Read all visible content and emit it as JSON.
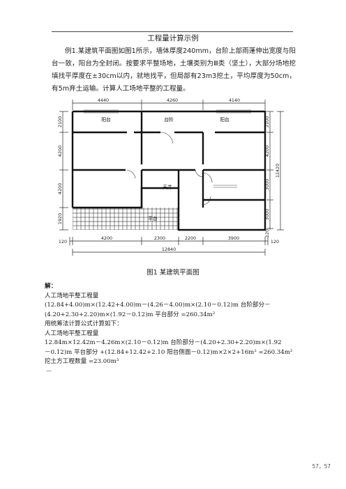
{
  "doc_title": "工程量计算示例",
  "intro": "例1.某建筑平面图如图1所示，墙体厚度240mm，台阶上部雨蓬伸出宽度与阳台一致，阳台为全封闭。按要求平整场地，土壤类别为Ⅲ类（坚土），大部分场地挖填找平厚度在±30cm以内，就地找平，但局部有23m3挖土，平均厚度为50cm，有5m弃土运输。计算人工场地平整的工程量。",
  "figure": {
    "top_dims": [
      "4440",
      "4260",
      "4140"
    ],
    "left_dims": [
      "2100",
      "4200",
      "4200",
      "1920"
    ],
    "right_inner_dims": [
      "2100",
      "4200",
      "3000",
      "3000",
      "120"
    ],
    "right_total": "12420",
    "bottom_dims": [
      "120",
      "4200",
      "2300",
      "2200",
      "3900",
      "120"
    ],
    "bottom_total": "12840",
    "labels": {
      "balcony_left": "阳台",
      "steps": "台阶",
      "balcony_right": "阳台",
      "courtyard": "天井",
      "platform": "平台"
    }
  },
  "caption": "图1    某建筑平面图",
  "solution": {
    "header": "解：",
    "l1": "人工场地平整工程量",
    "l2": "(12.84+4.00)m×(12.42+4.00)m－(4.26－4.00)m×(2.10－0.12)m 台阶部分－",
    "l3": "(4.20+2.30+2.20)m×(1.92－0.12)m 平台部分 =260.34m²",
    "l4": "用统筹法计算公式计算如下：",
    "l5": "人工场地平整工程量",
    "l6": "12.84m×12.42m－4.26m×(2.10－0.12)m 台阶部分－(4.20+2.30+2.20)m×(1.92",
    "l7": "－0.12)m 平台部分 +(12.84+12.42+2.10 阳台侧面－0.12)m×2×2+16m² =260.34m²",
    "l8": "挖土方工程数量 =23.00m³"
  },
  "page_number": "57，57",
  "margin_mark": "—"
}
